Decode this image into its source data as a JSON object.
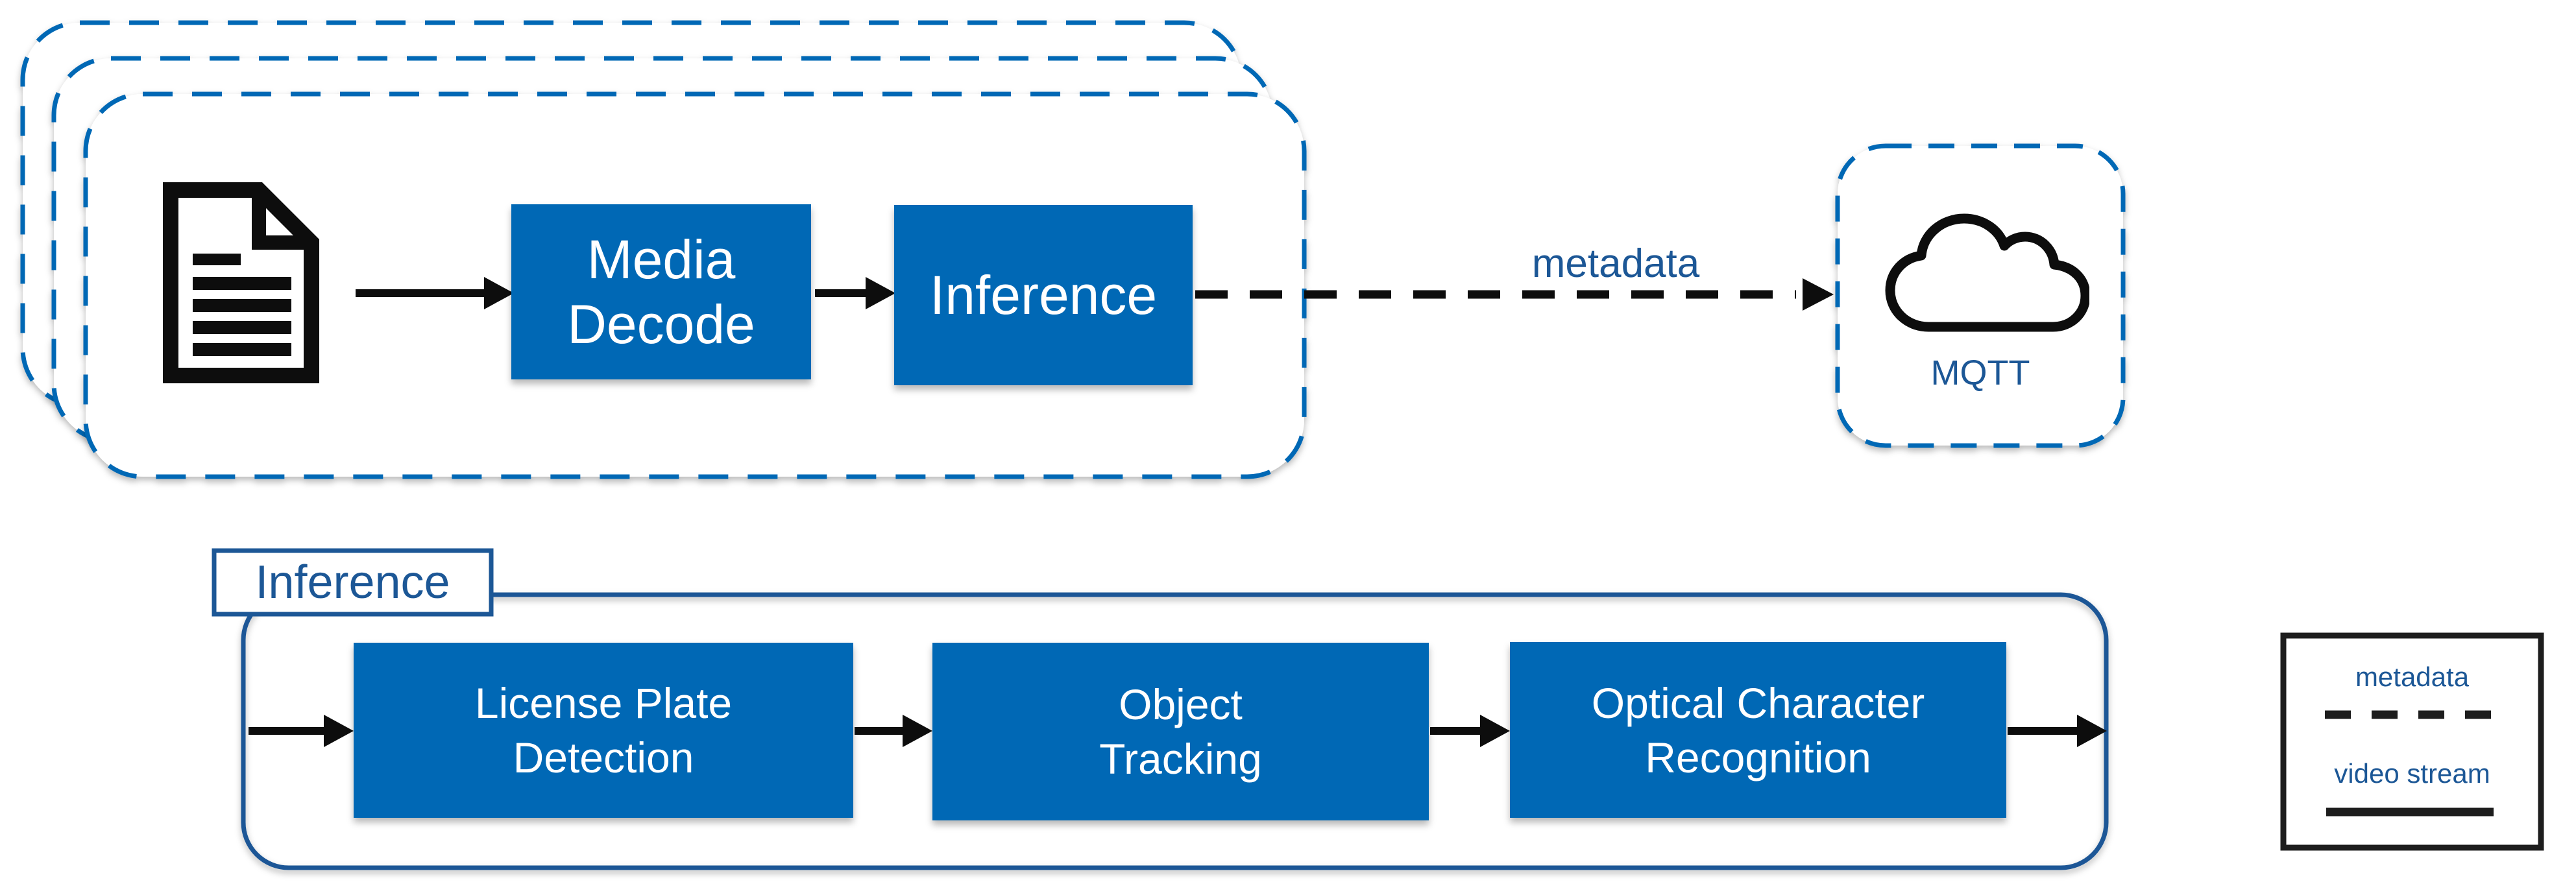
{
  "colors": {
    "intel_blue": "#0068B5",
    "dark_blue": "#1C5796",
    "ink_black": "#111111"
  },
  "top_pipeline": {
    "source_icon": "document-icon",
    "stages": [
      {
        "label": "Media Decode",
        "lines": [
          "Media",
          "Decode"
        ]
      },
      {
        "label": "Inference",
        "lines": [
          "Inference"
        ]
      }
    ],
    "metadata_arrow_label": "metadata",
    "sink": {
      "icon": "cloud-icon",
      "label": "MQTT"
    }
  },
  "inference_detail": {
    "title": "Inference",
    "stages": [
      {
        "label": "License Plate Detection",
        "lines": [
          "License Plate",
          "Detection"
        ]
      },
      {
        "label": "Object Tracking",
        "lines": [
          "Object",
          "Tracking"
        ]
      },
      {
        "label": "Optical Character Recognition",
        "lines": [
          "Optical Character",
          "Recognition"
        ]
      }
    ]
  },
  "legend": {
    "items": [
      {
        "label": "metadata",
        "line_style": "dashed"
      },
      {
        "label": "video stream",
        "line_style": "solid"
      }
    ]
  }
}
